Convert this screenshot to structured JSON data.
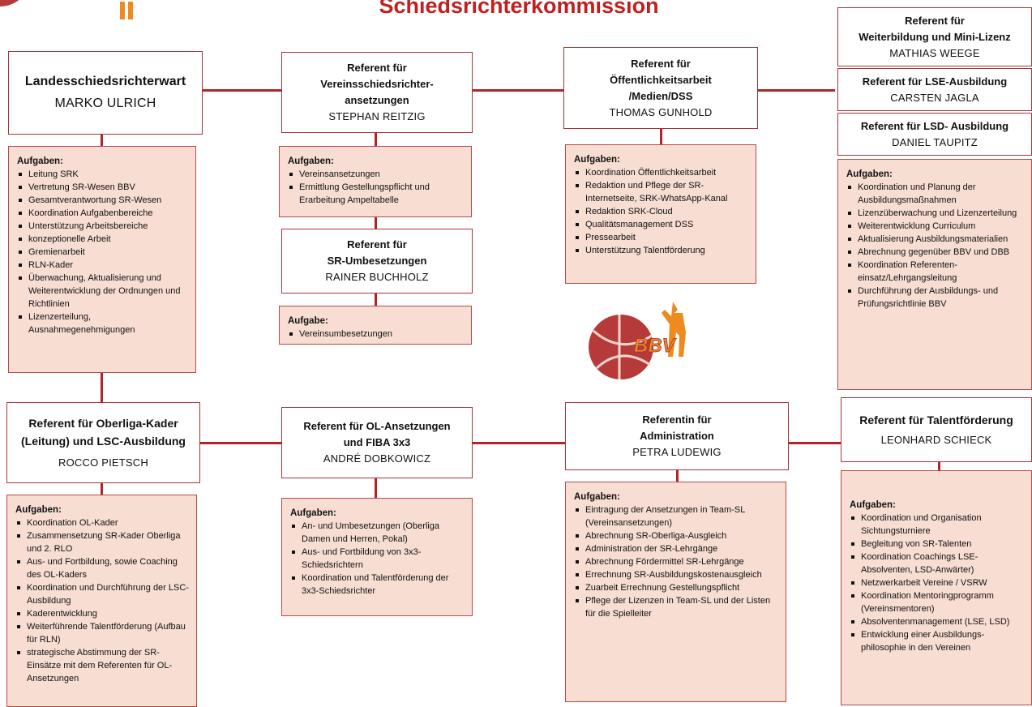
{
  "title": "Schiedsrichterkommission",
  "logo": {
    "text": "BBV"
  },
  "colors": {
    "title": "#c0201f",
    "line": "#b2242a",
    "task_bg": "#f7ddd2",
    "border": "#a8323a",
    "logo_orange": "#ef8a1f",
    "logo_red": "#b73a3a"
  },
  "boxes": {
    "landesschiedsrichterwart": {
      "role": "Landesschiedsrichterwart",
      "name": "MARKO ULRICH"
    },
    "vereinsschiedsrichter": {
      "role_1": "Referent für",
      "role_2": "Vereinsschiedsrichter-",
      "role_3": "ansetzungen",
      "name": "STEPHAN REITZIG"
    },
    "oeffentlichkeit": {
      "role_1": "Referent für",
      "role_2": "Öffentlichkeitsarbeit",
      "role_3": "/Medien/DSS",
      "name": "THOMAS GUNHOLD"
    },
    "weiterbildung": {
      "role_1": "Referent für",
      "role_2": "Weiterbildung und Mini-Lizenz",
      "name": "MATHIAS WEEGE"
    },
    "lse": {
      "role": "Referent für LSE-Ausbildung",
      "name": "CARSTEN JAGLA"
    },
    "lsd": {
      "role": "Referent für LSD- Ausbildung",
      "name": "DANIEL TAUPITZ"
    },
    "umbesetzungen": {
      "role_1": "Referent für",
      "role_2": "SR-Umbesetzungen",
      "name": "RAINER BUCHHOLZ"
    },
    "oberliga": {
      "role_1": "Referent für Oberliga-Kader",
      "role_2": "(Leitung) und LSC-Ausbildung",
      "name": "ROCCO PIETSCH"
    },
    "ol_ansetzungen": {
      "role_1": "Referent für OL-Ansetzungen",
      "role_2": "und FIBA 3x3",
      "name": "ANDRÉ DOBKOWICZ"
    },
    "administration": {
      "role_1": "Referentin für",
      "role_2": "Administration",
      "name": "PETRA LUDEWIG"
    },
    "talent": {
      "role": "Referent für Talentförderung",
      "name": "LEONHARD SCHIECK"
    }
  },
  "tasks": {
    "landesschiedsrichterwart": {
      "heading": "Aufgaben:",
      "items": [
        "Leitung SRK",
        "Vertretung SR-Wesen BBV",
        "Gesamtverantwortung SR-Wesen",
        "Koordination Aufgabenbereiche",
        "Unterstützung Arbeitsbereiche",
        "konzeptionelle Arbeit",
        "Gremienarbeit",
        "RLN-Kader",
        "Überwachung, Aktualisierung und Weiterentwicklung der Ordnungen und Richtlinien",
        "Lizenzerteilung, Ausnahmegenehmigungen"
      ]
    },
    "vereinsschiedsrichter": {
      "heading": "Aufgaben:",
      "items": [
        "Vereinsansetzungen",
        "Ermittlung Gestellungspflicht und Erarbeitung Ampeltabelle"
      ]
    },
    "umbesetzungen": {
      "heading": "Aufgabe:",
      "items": [
        "Vereinsumbesetzungen"
      ]
    },
    "oeffentlichkeit": {
      "heading": "Aufgaben:",
      "items": [
        "Koordination Öffentlichkeitsarbeit",
        "Redaktion und Pflege der SR-Internetseite, SRK-WhatsApp-Kanal",
        "Redaktion SRK-Cloud",
        "Qualitätsmanagement DSS",
        "Pressearbeit",
        "Unterstützung Talentförderung"
      ]
    },
    "ausbildung": {
      "heading": "Aufgaben:",
      "items": [
        "Koordination und Planung der Ausbildungsmaßnahmen",
        "Lizenzüberwachung und Lizenzerteilung",
        "Weiterentwicklung Curriculum",
        "Aktualisierung Ausbildungsmaterialien",
        "Abrechnung gegenüber BBV und DBB",
        "Koordination Referenten-einsatz/Lehrgangsleitung",
        "Durchführung der Ausbildungs- und Prüfungsrichtlinie BBV"
      ]
    },
    "oberliga": {
      "heading": "Aufgaben:",
      "items": [
        "Koordination OL-Kader",
        "Zusammensetzung SR-Kader Oberliga und 2. RLO",
        "Aus- und Fortbildung, sowie Coaching des OL-Kaders",
        "Koordination und Durchführung der LSC-Ausbildung",
        "Kaderentwicklung",
        "Weiterführende Talentförderung (Aufbau für RLN)",
        "strategische Abstimmung der SR-Einsätze mit dem Referenten für OL-Ansetzungen"
      ]
    },
    "ol_ansetzungen": {
      "heading": "Aufgaben:",
      "items": [
        "An- und Umbesetzungen (Oberliga Damen und Herren, Pokal)",
        "Aus- und Fortbildung von 3x3-Schiedsrichtern",
        "Koordination und Talentförderung der 3x3-Schiedsrichter"
      ]
    },
    "administration": {
      "heading": "Aufgaben:",
      "items": [
        "Eintragung der Ansetzungen in Team-SL (Vereinsansetzungen)",
        "Abrechnung SR-Oberliga-Ausgleich",
        "Administration der SR-Lehrgänge",
        "Abrechnung Fördermittel SR-Lehrgänge",
        "Errechnung SR-Ausbildungskostenausgleich",
        "Zuarbeit Errechnung Gestellungspflicht",
        "Pflege der Lizenzen in Team-SL und der Listen für die Spielleiter"
      ]
    },
    "talent": {
      "heading": "Aufgaben:",
      "items": [
        "Koordination und Organisation Sichtungsturniere",
        "Begleitung von SR-Talenten",
        "Koordination Coachings LSE-Absolventen, LSD-Anwärter)",
        "Netzwerkarbeit Vereine / VSRW",
        "Koordination Mentoringprogramm (Vereinsmentoren)",
        "Absolventenmanagement (LSE, LSD)",
        "Entwicklung einer Ausbildungs-philosophie in den Vereinen"
      ]
    }
  }
}
